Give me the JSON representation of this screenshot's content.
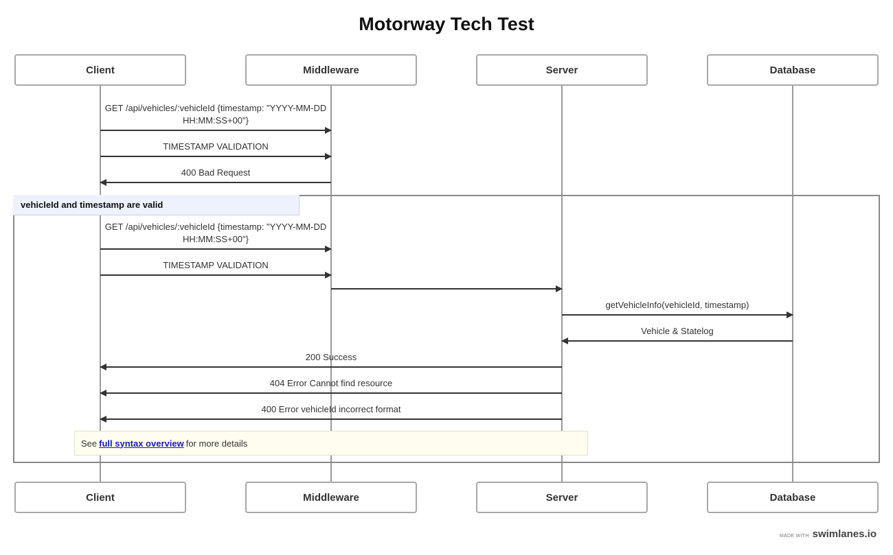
{
  "title": "Motorway Tech Test",
  "actors": [
    "Client",
    "Middleware",
    "Server",
    "Database"
  ],
  "messages": [
    {
      "from": 0,
      "to": 1,
      "label": "GET /api/vehicles/:vehicleId {timestamp: \"YYYY-MM-DD HH:MM:SS+00\"}"
    },
    {
      "from": 0,
      "to": 1,
      "label": "TIMESTAMP VALIDATION"
    },
    {
      "from": 1,
      "to": 0,
      "label": "400 Bad Request"
    },
    {
      "from": 0,
      "to": 1,
      "label": "GET /api/vehicles/:vehicleId {timestamp: \"YYYY-MM-DD HH:MM:SS+00\"}"
    },
    {
      "from": 0,
      "to": 1,
      "label": "TIMESTAMP VALIDATION"
    },
    {
      "from": 1,
      "to": 2,
      "label": ""
    },
    {
      "from": 2,
      "to": 3,
      "label": "getVehicleInfo(vehicleId, timestamp)"
    },
    {
      "from": 3,
      "to": 2,
      "label": "Vehicle & Statelog"
    },
    {
      "from": 2,
      "to": 0,
      "label": "200 Success"
    },
    {
      "from": 2,
      "to": 0,
      "label": "404 Error Cannot find resource"
    },
    {
      "from": 2,
      "to": 0,
      "label": "400 Error vehicleId incorrect format"
    }
  ],
  "group": {
    "label": "vehicleId and timestamp are valid"
  },
  "note": {
    "prefix": "See",
    "link": "full syntax overview",
    "suffix": "for more details"
  },
  "branding": {
    "made_with": "MADE WITH",
    "name": "swimlanes.io"
  },
  "colors": {
    "line": "#333333",
    "lifeline": "#9a9a9a",
    "group_label_bg": "#eef2fc",
    "note_bg": "#fefdf0",
    "link": "#1a1ab0"
  }
}
